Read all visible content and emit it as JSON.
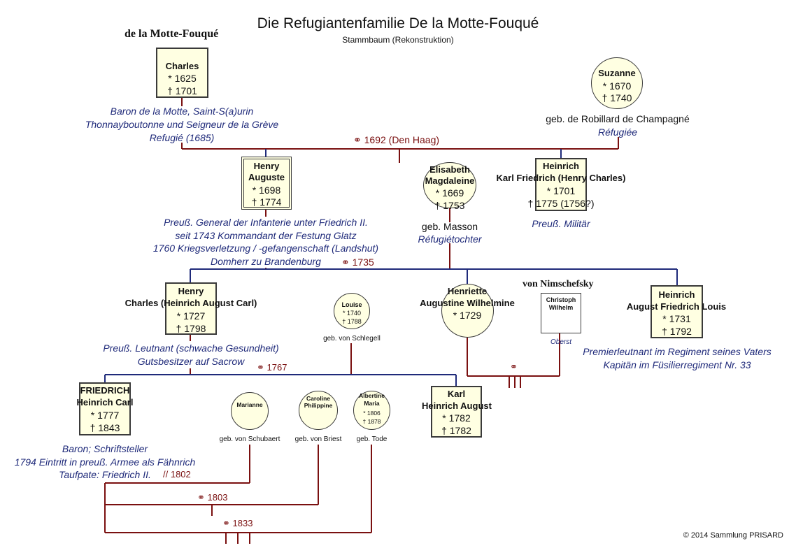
{
  "header": {
    "title": "Die Refugiantenfamilie De la Motte-Fouqué",
    "subtitle": "Stammbaum (Rekonstruktion)",
    "family_name": "de la Motte-Fouqué",
    "family_name_2": "von Nimschefsky"
  },
  "persons": {
    "charles": {
      "name": "Charles",
      "birth": "* 1625",
      "death": "† 1701",
      "notes": [
        "Baron de la Motte, Saint-S(a)urin",
        "Thonnayboutonne und Seigneur de la Grève",
        "Refugié (1685)"
      ]
    },
    "suzanne": {
      "name": "Suzanne",
      "birth": "* 1670",
      "death": "† 1740",
      "note_plain": "geb. de Robillard de Champagné",
      "note": "Réfugiée"
    },
    "henry_auguste": {
      "name1": "Henry",
      "name2": "Auguste",
      "birth": "* 1698",
      "death": "† 1774",
      "notes": [
        "Preuß. General der Infanterie unter Friedrich II.",
        "seit 1743 Kommandant der Festung Glatz",
        "1760 Kriegsverletzung / -gefangenschaft (Landshut)",
        "Domherr zu Brandenburg"
      ]
    },
    "elisabeth": {
      "name1": "Elisabeth",
      "name2": "Magdaleine",
      "birth": "* 1669",
      "death": "† 1753",
      "note_plain": "geb. Masson",
      "note": "Réfugiétochter"
    },
    "heinrich_kf": {
      "name1": "Heinrich",
      "name2": "Karl Friedrich (Henry Charles)",
      "birth": "* 1701",
      "death": "† 1775 (1756?)",
      "note": "Preuß. Militär"
    },
    "henry_charles": {
      "name1": "Henry",
      "name2": "Charles (Heinrich August Carl)",
      "birth": "* 1727",
      "death": "† 1798",
      "notes": [
        "Preuß. Leutnant (schwache Gesundheit)",
        "Gutsbesitzer auf Sacrow"
      ]
    },
    "louise": {
      "name": "Louise",
      "birth": "* 1740",
      "death": "† 1788",
      "note_plain": "geb. von Schlegell"
    },
    "henriette": {
      "name1": "Henriette",
      "name2": "Augustine Wilhelmine",
      "birth": "* 1729"
    },
    "christoph": {
      "name1": "Christoph",
      "name2": "Wilhelm",
      "note": "Oberst"
    },
    "heinrich_afl": {
      "name1": "Heinrich",
      "name2": "August Friedrich Louis",
      "birth": "* 1731",
      "death": "† 1792",
      "notes": [
        "Premierleutnant im Regiment seines Vaters",
        "Kapitän im Füsilierregiment Nr. 33"
      ]
    },
    "friedrich": {
      "name1": "FRIEDRICH",
      "name2": "Heinrich Carl",
      "birth": "* 1777",
      "death": "† 1843",
      "notes": [
        "Baron; Schriftsteller",
        "1794 Eintritt in preuß. Armee als Fähnrich",
        "Taufpate: Friedrich II."
      ]
    },
    "marianne": {
      "name": "Marianne",
      "note_plain": "geb. von Schubaert"
    },
    "caroline": {
      "name1": "Caroline",
      "name2": "Philippine",
      "note_plain": "geb. von Briest"
    },
    "albertine": {
      "name1": "Albertine",
      "name2": "Maria",
      "birth": "* 1806",
      "death": "† 1878",
      "note_plain": "geb. Tode"
    },
    "karl": {
      "name1": "Karl",
      "name2": "Heinrich August",
      "birth": "* 1782",
      "death": "† 1782"
    }
  },
  "marriages": {
    "m1692": "⚭ 1692 (Den Haag)",
    "m1735": "⚭ 1735",
    "m1767": "⚭ 1767",
    "m_nim": "⚭",
    "div1802": "// 1802",
    "m1803": "⚭ 1803",
    "m1833": "⚭ 1833"
  },
  "colors": {
    "line_red": "#7a1010",
    "line_blue": "#1f2a7a",
    "box_fill": "#ffffe2",
    "note_blue": "#1f2a7a"
  },
  "footer": {
    "copyright": "© 2014 Sammlung PRISARD"
  }
}
